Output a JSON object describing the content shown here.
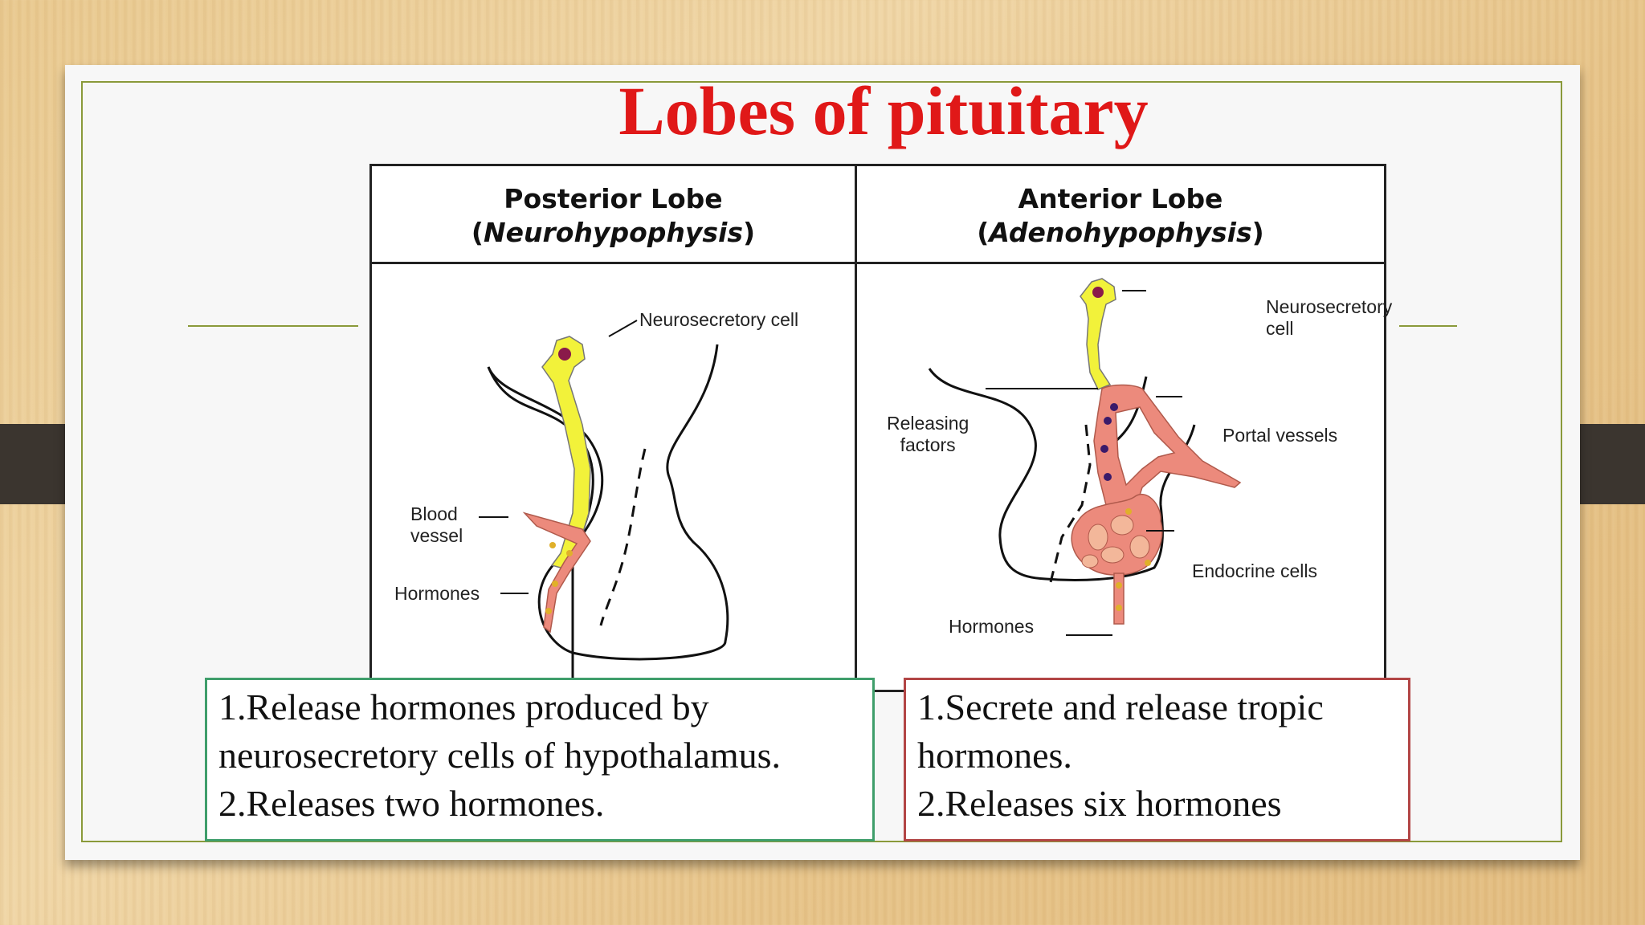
{
  "slide": {
    "title": "Lobes of pituitary"
  },
  "figure": {
    "posterior": {
      "heading": "Posterior Lobe",
      "subheading": "Neurohypophysis",
      "labels": {
        "neurosecretory_cell": "Neurosecretory cell",
        "blood_vessel_1": "Blood",
        "blood_vessel_2": "vessel",
        "hormones": "Hormones"
      }
    },
    "anterior": {
      "heading": "Anterior Lobe",
      "subheading": "Adenohypophysis",
      "labels": {
        "neurosecretory_cell": "Neurosecretory cell",
        "releasing_factors_1": "Releasing",
        "releasing_factors_2": "factors",
        "portal_vessels": "Portal vessels",
        "endocrine_cells": "Endocrine cells",
        "hormones": "Hormones"
      }
    }
  },
  "boxes": {
    "posterior": {
      "line1": "1.Release hormones produced by",
      "line2": "neurosecretory cells of hypothalamus.",
      "line3": "2.Releases two hormones."
    },
    "anterior": {
      "line1": "1.Secrete and release tropic",
      "line2": "hormones.",
      "line3": "2.Releases six hormones"
    }
  },
  "colors": {
    "title": "#e01818",
    "neuron": "#f2f23a",
    "vessel": "#ec8a7c",
    "frame": "#8a9a3a",
    "green_box": "#3f9e6b",
    "red_box": "#b24545"
  }
}
